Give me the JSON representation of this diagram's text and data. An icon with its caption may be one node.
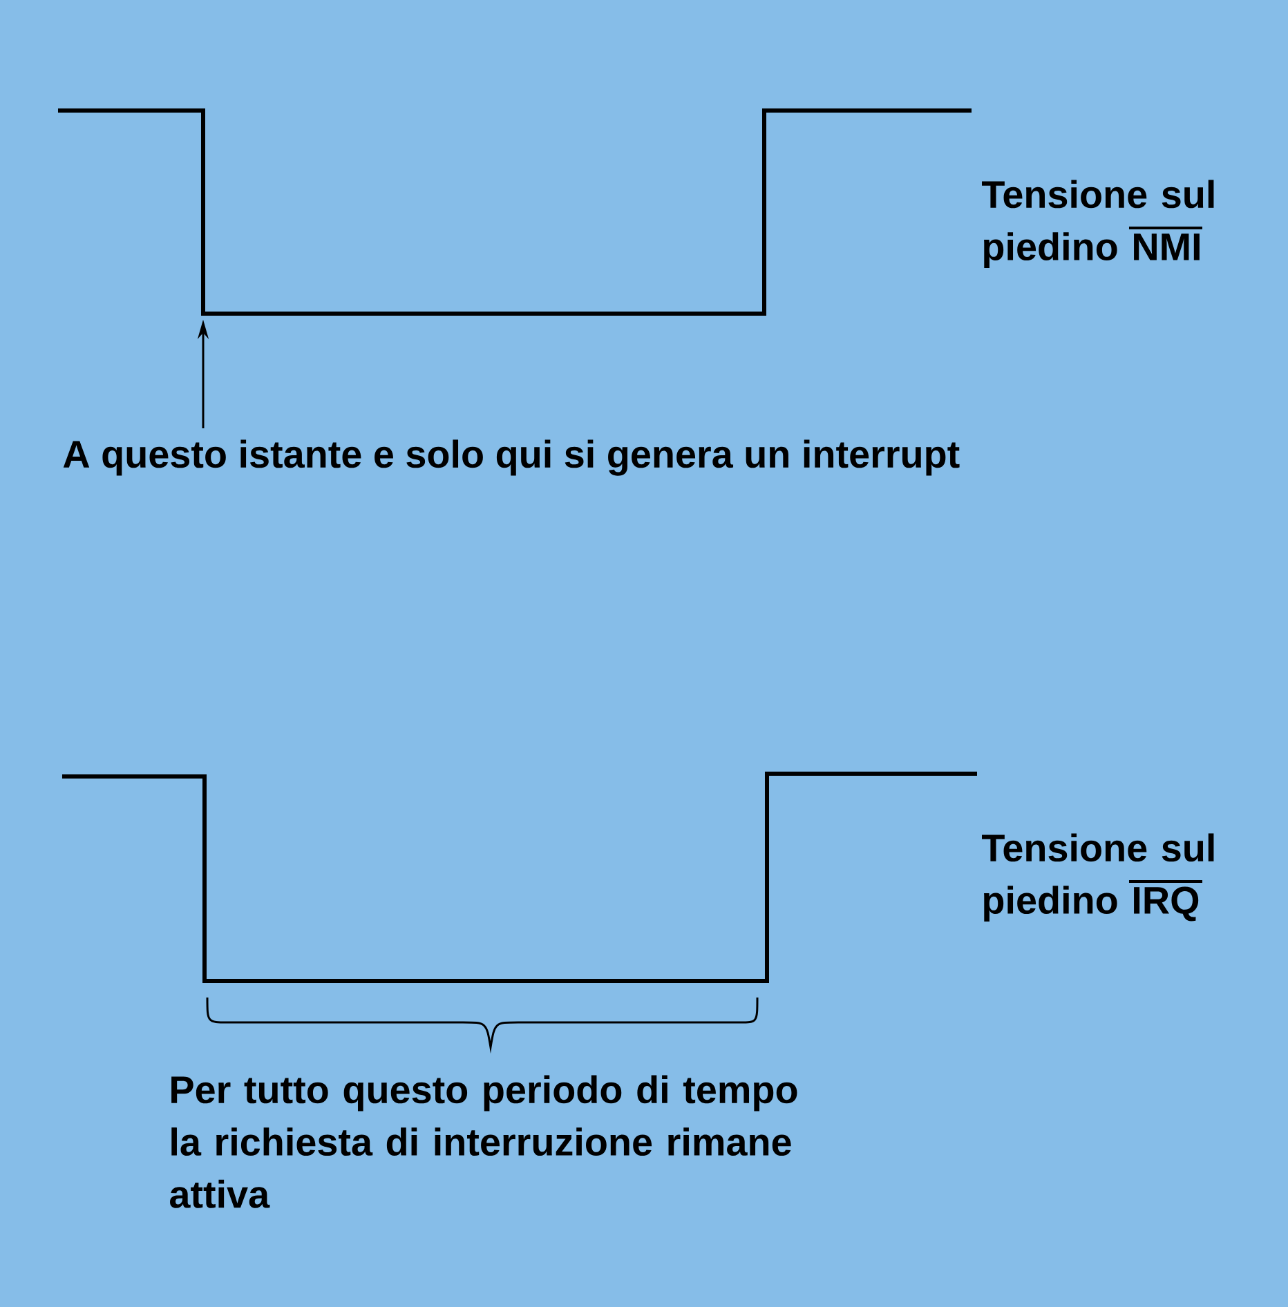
{
  "diagram": {
    "nodes": [
      {
        "text": [
          "A questo istante e solo qui si genera un interrupt"
        ]
      },
      {
        "text": [],
        "shape": "picture"
      }
    ],
    "edges": [
      {
        "from": 0,
        "to": 1,
        "arrow": "to"
      }
    ],
    "labels": [
      "Tensione sul piedino NMI",
      "Tensione sul piedino IRQ",
      "Per tutto questo periodo di tempo la richiesta di interruzione rimane attiva"
    ]
  }
}
